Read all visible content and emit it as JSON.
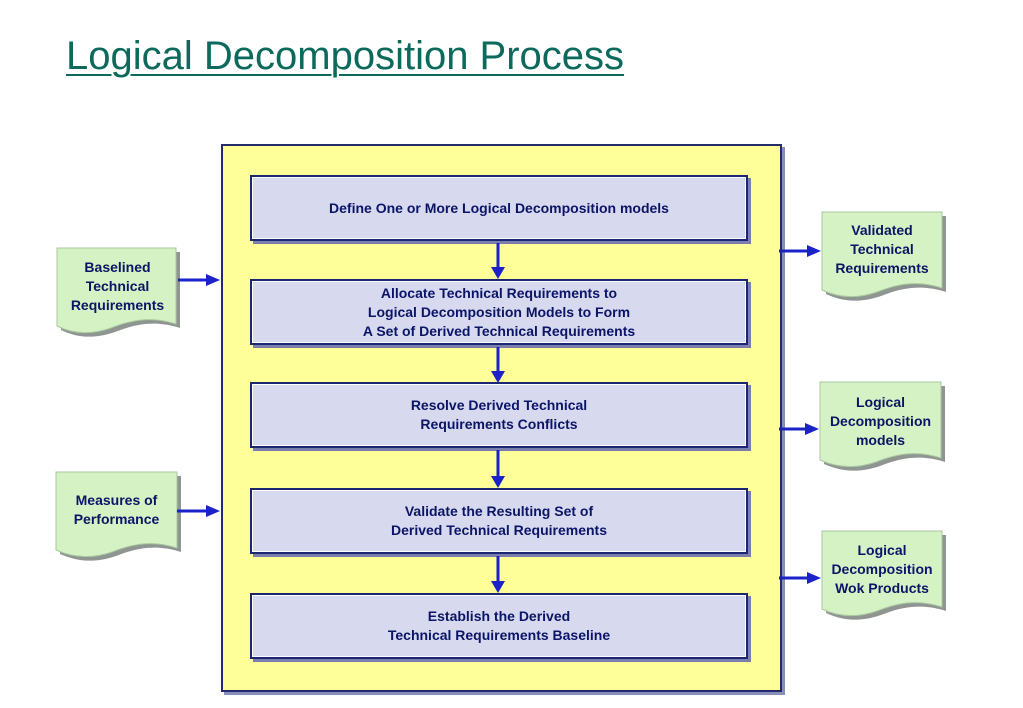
{
  "title": "Logical Decomposition Process",
  "steps": [
    {
      "label": "Define One or More Logical Decomposition models"
    },
    {
      "label": "Allocate Technical Requirements to\nLogical Decomposition Models to Form\nA Set of Derived Technical Requirements"
    },
    {
      "label": "Resolve Derived Technical\nRequirements Conflicts"
    },
    {
      "label": "Validate the Resulting Set of\nDerived Technical Requirements"
    },
    {
      "label": "Establish the Derived\nTechnical Requirements Baseline"
    }
  ],
  "inputs": [
    {
      "label": "Baselined\nTechnical\nRequirements"
    },
    {
      "label": "Measures of\nPerformance"
    }
  ],
  "outputs": [
    {
      "label": "Validated\nTechnical\nRequirements"
    },
    {
      "label": "Logical\nDecomposition\nmodels"
    },
    {
      "label": "Logical\nDecomposition\nWok Products"
    }
  ],
  "colors": {
    "title": "#0b6a5c",
    "frame_fill": "#ffff99",
    "step_fill": "#d7d9ef",
    "document_fill": "#d4f2c4",
    "arrow": "#1a22c8"
  }
}
